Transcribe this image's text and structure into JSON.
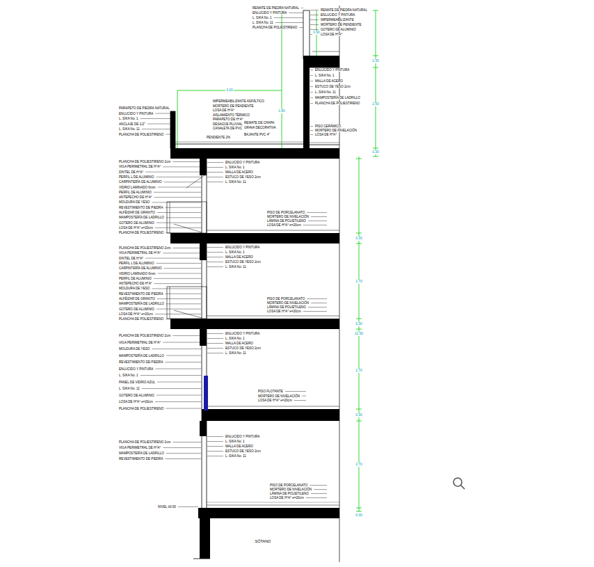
{
  "diagram": {
    "labels": [
      "PARAPETO DE PIEDRA NATURAL",
      "ENLUCIDO Y PINTURA",
      "L. SIKA No. 1",
      "ANCLAJE DE 1/2\"",
      "L. SIKA No. 11",
      "PLANCHA DE POLIESTIRENO",
      "PLANCHA DE POLIESTIRENO 2cm",
      "VIGA PERIMETRAL DE H°A°",
      "DINTEL DE H°A°",
      "PERFIL L DE ALUMINIO",
      "CARPINTERÍA DE ALUMINIO",
      "VIDRIO LAMINADO 6mm",
      "PERFIL DE ALUMINIO",
      "ANTEPECHO DE H°A°",
      "MOLDURA DE YESO",
      "REVESTIMIENTO DE PIEDRA",
      "ALFÉIZAR DE GRANITO",
      "MAMPOSTERÍA DE LADRILLO",
      "GOTERO DE ALUMINIO",
      "LOSA DE H°A° e=20cm",
      "PLANCHA DE POLIESTIRENO",
      "PLANCHA DE POLIESTIRENO 2cm",
      "VIGA PERIMETRAL DE H°A°",
      "DINTEL DE H°A°",
      "PERFIL L DE ALUMINIO",
      "CARPINTERÍA DE ALUMINIO",
      "VIDRIO LAMINADO 6mm",
      "PERFIL DE ALUMINIO",
      "ANTEPECHO DE H°A°",
      "MOLDURA DE YESO",
      "REVESTIMIENTO DE PIEDRA",
      "ALFÉIZAR DE GRANITO",
      "MAMPOSTERÍA DE LADRILLO",
      "GOTERO DE ALUMINIO",
      "LOSA DE H°A° e=20cm",
      "PLANCHA DE POLIESTIRENO",
      "PLANCHA DE POLIESTIRENO 2cm",
      "VIGA PERIMETRAL DE H°A°",
      "MOLDURA DE YESO",
      "MAMPOSTERÍA DE LADRILLO",
      "REVESTIMIENTO DE PIEDRA",
      "ENLUCIDO Y PINTURA",
      "L. SIKA No. 1",
      "PANEL DE VIDRIO AZUL",
      "L. SIKA No. 11",
      "GOTERO DE ALUMINIO",
      "LOSA DE H°A° e=20cm",
      "PLANCHA DE POLIESTIRENO",
      "PLANCHA DE POLIESTIRENO 2cm",
      "VIGA PERIMETRAL DE H°A°",
      "MAMPOSTERÍA DE LADRILLO",
      "REVESTIMIENTO DE PIEDRA",
      "NIVEL ±0.00",
      "ENLUCIDO Y PINTURA",
      "L. SIKA No. 1",
      "MALLA DE ACERO",
      "ESTUCO DE YESO 2cm",
      "L. SIKA No. 11",
      "ENLUCIDO Y PINTURA",
      "L. SIKA No. 1",
      "MALLA DE ACERO",
      "ESTUCO DE YESO 2cm",
      "L. SIKA No. 11",
      "ENLUCIDO Y PINTURA",
      "L. SIKA No. 1",
      "MALLA DE ACERO",
      "ESTUCO DE YESO 2cm",
      "L. SIKA No. 11",
      "ENLUCIDO Y PINTURA",
      "L. SIKA No. 1",
      "MALLA DE ACERO",
      "ESTUCO DE YESO 2cm",
      "L. SIKA No. 11",
      "PISO DE PORCELANATO",
      "MORTERO DE NIVELACIÓN",
      "LÁMINA DE POLIETILENO",
      "LOSA DE H°A° e=20cm",
      "PISO DE PORCELANATO",
      "MORTERO DE NIVELACIÓN",
      "LÁMINA DE POLIETILENO",
      "LOSA DE H°A° e=20cm",
      "PISO FLOTANTE",
      "MORTERO DE NIVELACIÓN",
      "LOSA DE H°A° e=20cm",
      "PISO DE PORCELANATO",
      "MORTERO DE NIVELACIÓN",
      "LÁMINA DE POLIETILENO",
      "LOSA DE H°A° e=20cm",
      "IMPERMEABILIZANTE ASFÁLTICO",
      "MORTERO DE PENDIENTE",
      "LOSA DE H°A°",
      "AISLAMIENTO TÉRMICO",
      "PARAPETO DE H°A°",
      "DESAGÜE PLUVIAL",
      "CANALETA DE PVC",
      "REMATE DE CHAPA",
      "GRAVA DECORATIVA",
      "BAJANTE PVC 4\"",
      "PENDIENTE 2%",
      "REMATE DE PIEDRA NATURAL",
      "ENLUCIDO Y PINTURA",
      "L. SIKA No. 1",
      "L. SIKA No. 11",
      "PLANCHA DE POLIESTIRENO",
      "REMATE DE PIEDRA NATURAL",
      "ENLUCIDO Y PINTURA",
      "IMPERMEABILIZANTE",
      "MORTERO DE PENDIENTE",
      "GOTERO DE ALUMINIO",
      "LOSA DE H°A°",
      "ENLUCIDO Y PINTURA",
      "L. SIKA No. 1",
      "MALLA DE ACERO",
      "ESTUCO DE YESO 2cm",
      "L. SIKA No. 11",
      "MAMPOSTERÍA DE LADRILLO",
      "PLANCHA DE POLIESTIRENO",
      "PISO CERÁMICO",
      "MORTERO DE NIVELACIÓN",
      "LOSA DE H°A°",
      "0.90",
      "0.30",
      "2.50",
      "0.30",
      "3.00",
      "1.80",
      "0.30",
      "2.70",
      "0.30",
      "11.90",
      "2.70",
      "0.30",
      "2.70",
      "0.30",
      "SÓTANO"
    ]
  }
}
